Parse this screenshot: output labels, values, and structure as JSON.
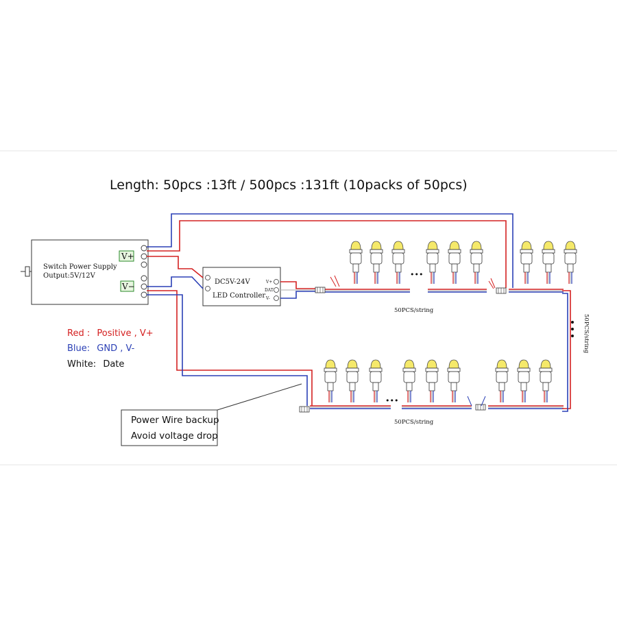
{
  "title": "Length:  50pcs :13ft  / 500pcs :131ft (10packs of 50pcs)",
  "power_supply": {
    "line1": "Switch Power Supply",
    "line2": "Output:5V/12V",
    "vplus": "V+",
    "vminus": "V−"
  },
  "controller": {
    "line1": "DC5V-24V",
    "line2": "LED Controller",
    "pin_vplus": "V+",
    "pin_dat": "DAT",
    "pin_vminus": "V-"
  },
  "legend": {
    "red_name": "Red :",
    "red_desc": "Positive  , V+",
    "blue_name": "Blue:",
    "blue_desc": "GND , V-",
    "white_name": "White:",
    "white_desc": "Date"
  },
  "string_label_top": "50PCS/string",
  "string_label_bottom": "50PCS/string",
  "string_label_side": "50PCS/string",
  "ellipsis": "•••",
  "note": {
    "line1": "Power Wire backup",
    "line2": "Avoid voltage drop"
  },
  "colors": {
    "red": "#d42020",
    "blue": "#2a3fb5",
    "led": "#f5e96a",
    "psu_label_bg": "#e8f6e0",
    "psu_label_border": "#2a8a2a"
  }
}
